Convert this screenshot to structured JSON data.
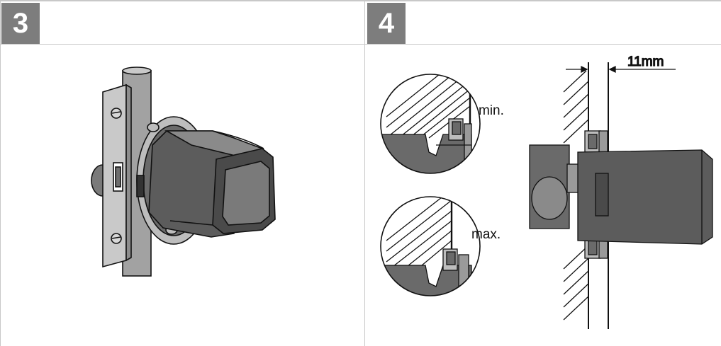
{
  "steps": [
    {
      "number": "3"
    },
    {
      "number": "4"
    }
  ],
  "labels": {
    "min": "min.",
    "max": "max.",
    "gap": "11mm"
  },
  "colors": {
    "badge": "#7d7d7d",
    "frame": "#c8c8c8",
    "ink": "#111111",
    "dark": "#5c5c5c",
    "mid": "#9a9a9a",
    "light": "#d4d4d4"
  }
}
